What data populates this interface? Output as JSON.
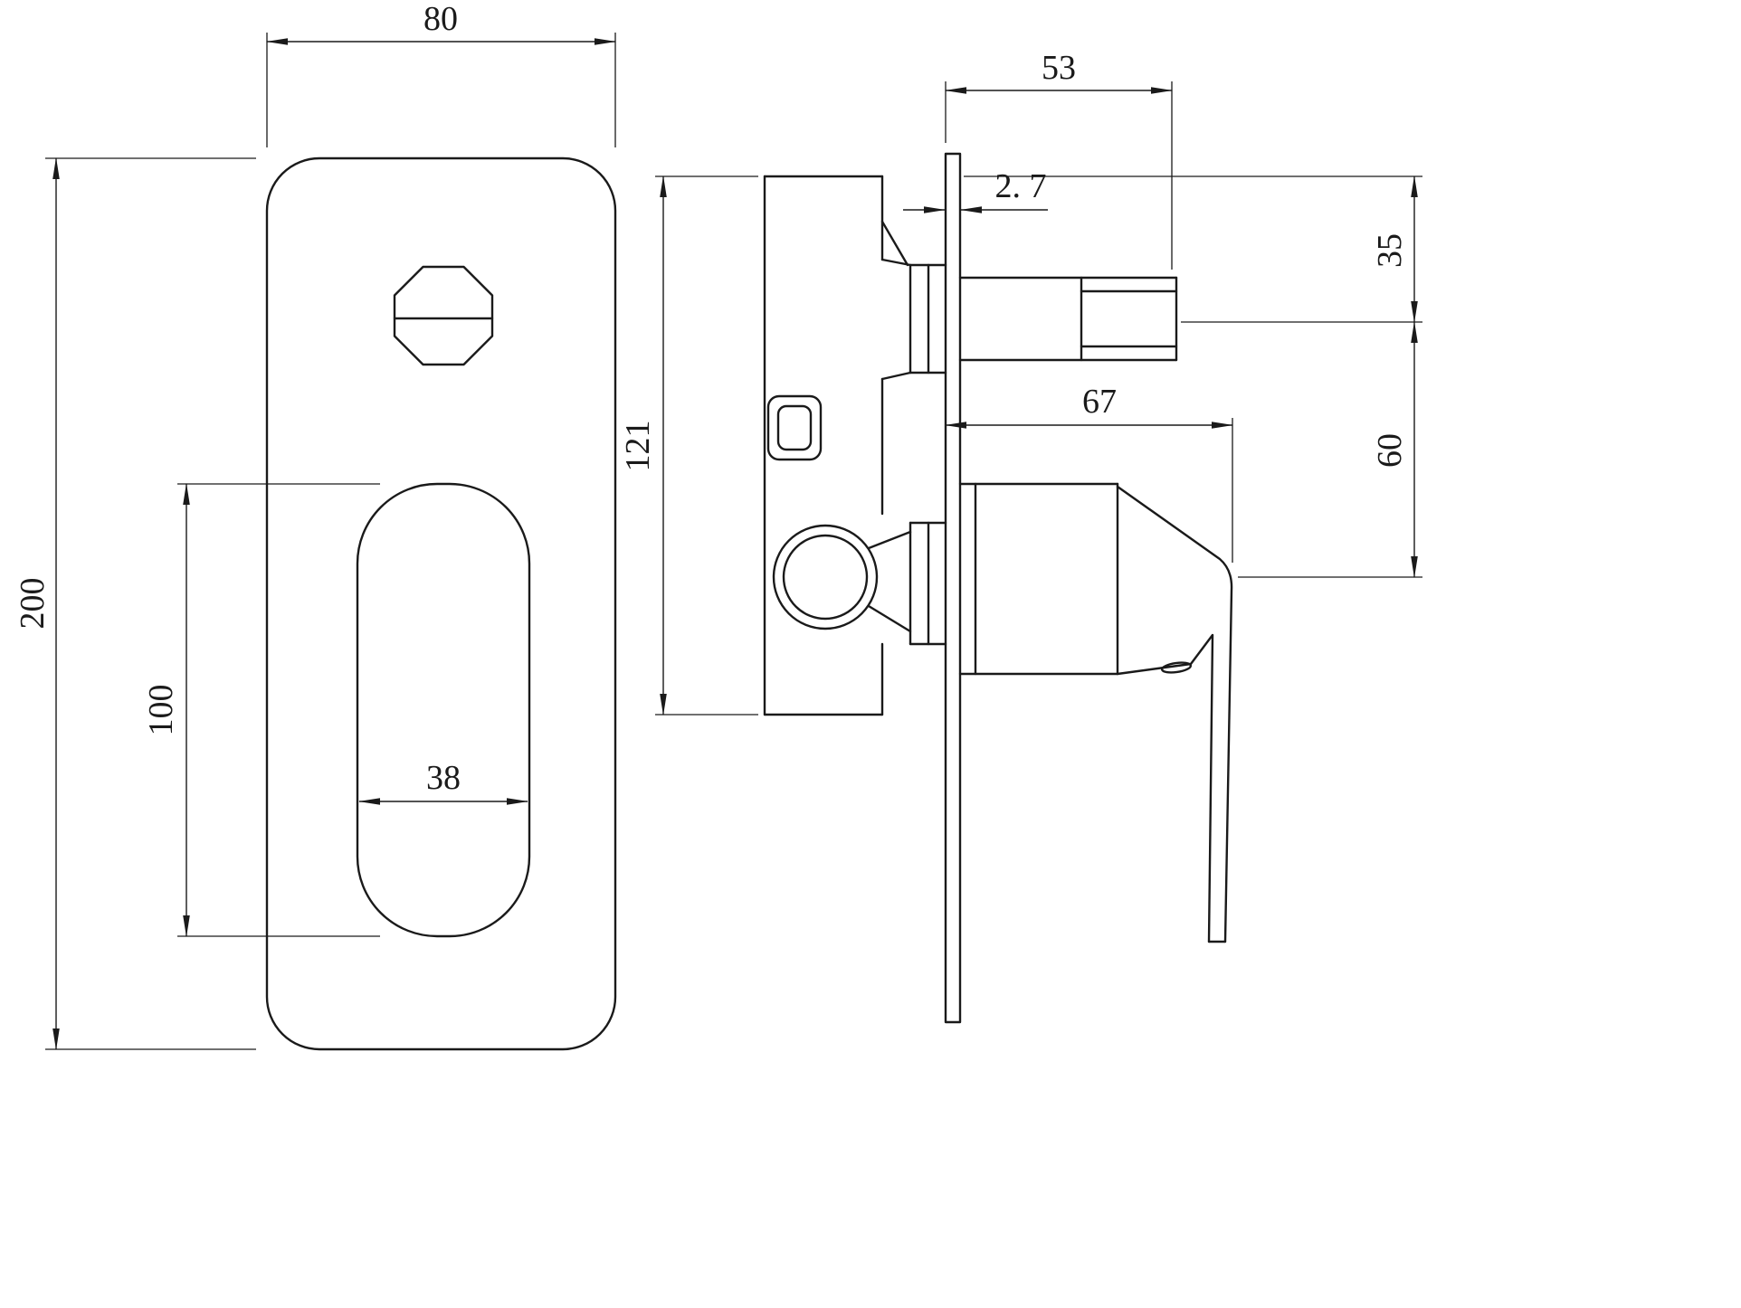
{
  "drawing": {
    "background": "#ffffff",
    "line_color": "#1a1a1a",
    "front_view": {
      "overall_width": "80",
      "overall_height": "200",
      "cutout_height": "100",
      "cutout_width": "38"
    },
    "side_view": {
      "outlet_length": "53",
      "plate_thickness": "2. 7",
      "top_to_outlet": "35",
      "body_height": "121",
      "handle_reach": "67",
      "outlet_to_handle": "60"
    }
  }
}
